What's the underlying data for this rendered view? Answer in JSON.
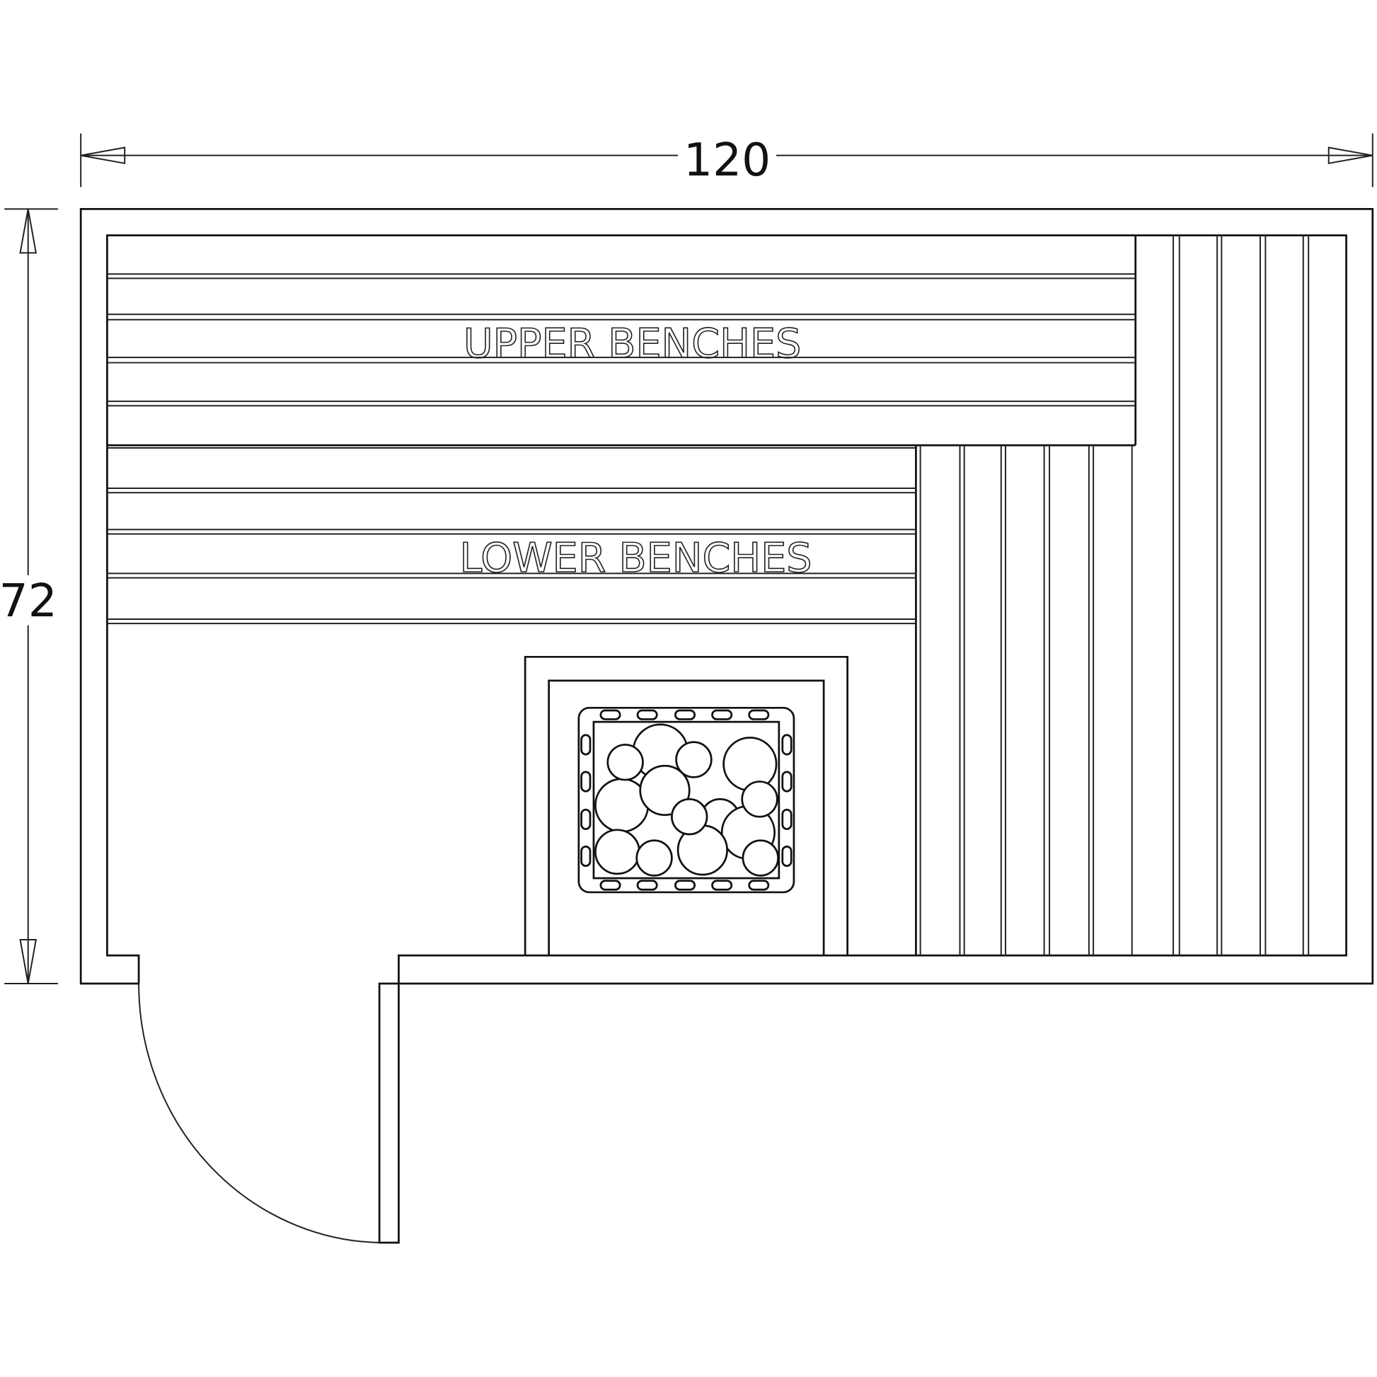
{
  "dimensions": {
    "width": "120",
    "depth": "72"
  },
  "labels": {
    "upper": "UPPER BENCHES",
    "lower": "LOWER BENCHES"
  },
  "colors": {
    "line": "#111111",
    "background": "#ffffff"
  }
}
